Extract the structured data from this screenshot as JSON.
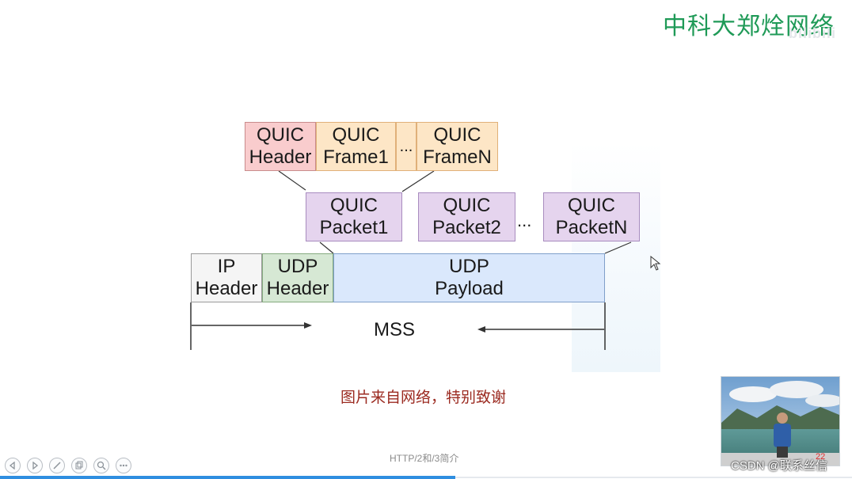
{
  "brand": {
    "title": "中科大郑烇网络",
    "watermark": "bilibili"
  },
  "diagram": {
    "quic_header": [
      "QUIC",
      "Header"
    ],
    "quic_frame1": [
      "QUIC",
      "Frame1"
    ],
    "quic_frame_ellipsis": "...",
    "quic_frameN": [
      "QUIC",
      "FrameN"
    ],
    "packets": [
      [
        "QUIC",
        "Packet1"
      ],
      [
        "QUIC",
        "Packet2"
      ],
      [
        "QUIC",
        "PacketN"
      ]
    ],
    "packet_ellipsis": "...",
    "ip_header": [
      "IP",
      "Header"
    ],
    "udp_header": [
      "UDP",
      "Header"
    ],
    "udp_payload": [
      "UDP",
      "Payload"
    ],
    "mss_label": "MSS",
    "colors": {
      "header": "#f9cccd",
      "frame": "#fde6c6",
      "packet": "#e5d4ee",
      "ip": "#f5f5f5",
      "udp": "#d6e8d4",
      "payload": "#dae8fc"
    }
  },
  "credit": "图片来自网络，特别致谢",
  "footer": {
    "slide_title": "HTTP/2和/3简介",
    "controls": [
      "prev-icon",
      "next-icon",
      "pen-icon",
      "copy-icon",
      "zoom-icon",
      "more-icon"
    ]
  },
  "overlay": {
    "csdn_label": "CSDN @联系丝信",
    "page_badge": "22"
  },
  "accent": {
    "brand_green": "#1f9a57",
    "credit_red": "#9b2a20",
    "progress_blue": "#2f8ee0"
  }
}
